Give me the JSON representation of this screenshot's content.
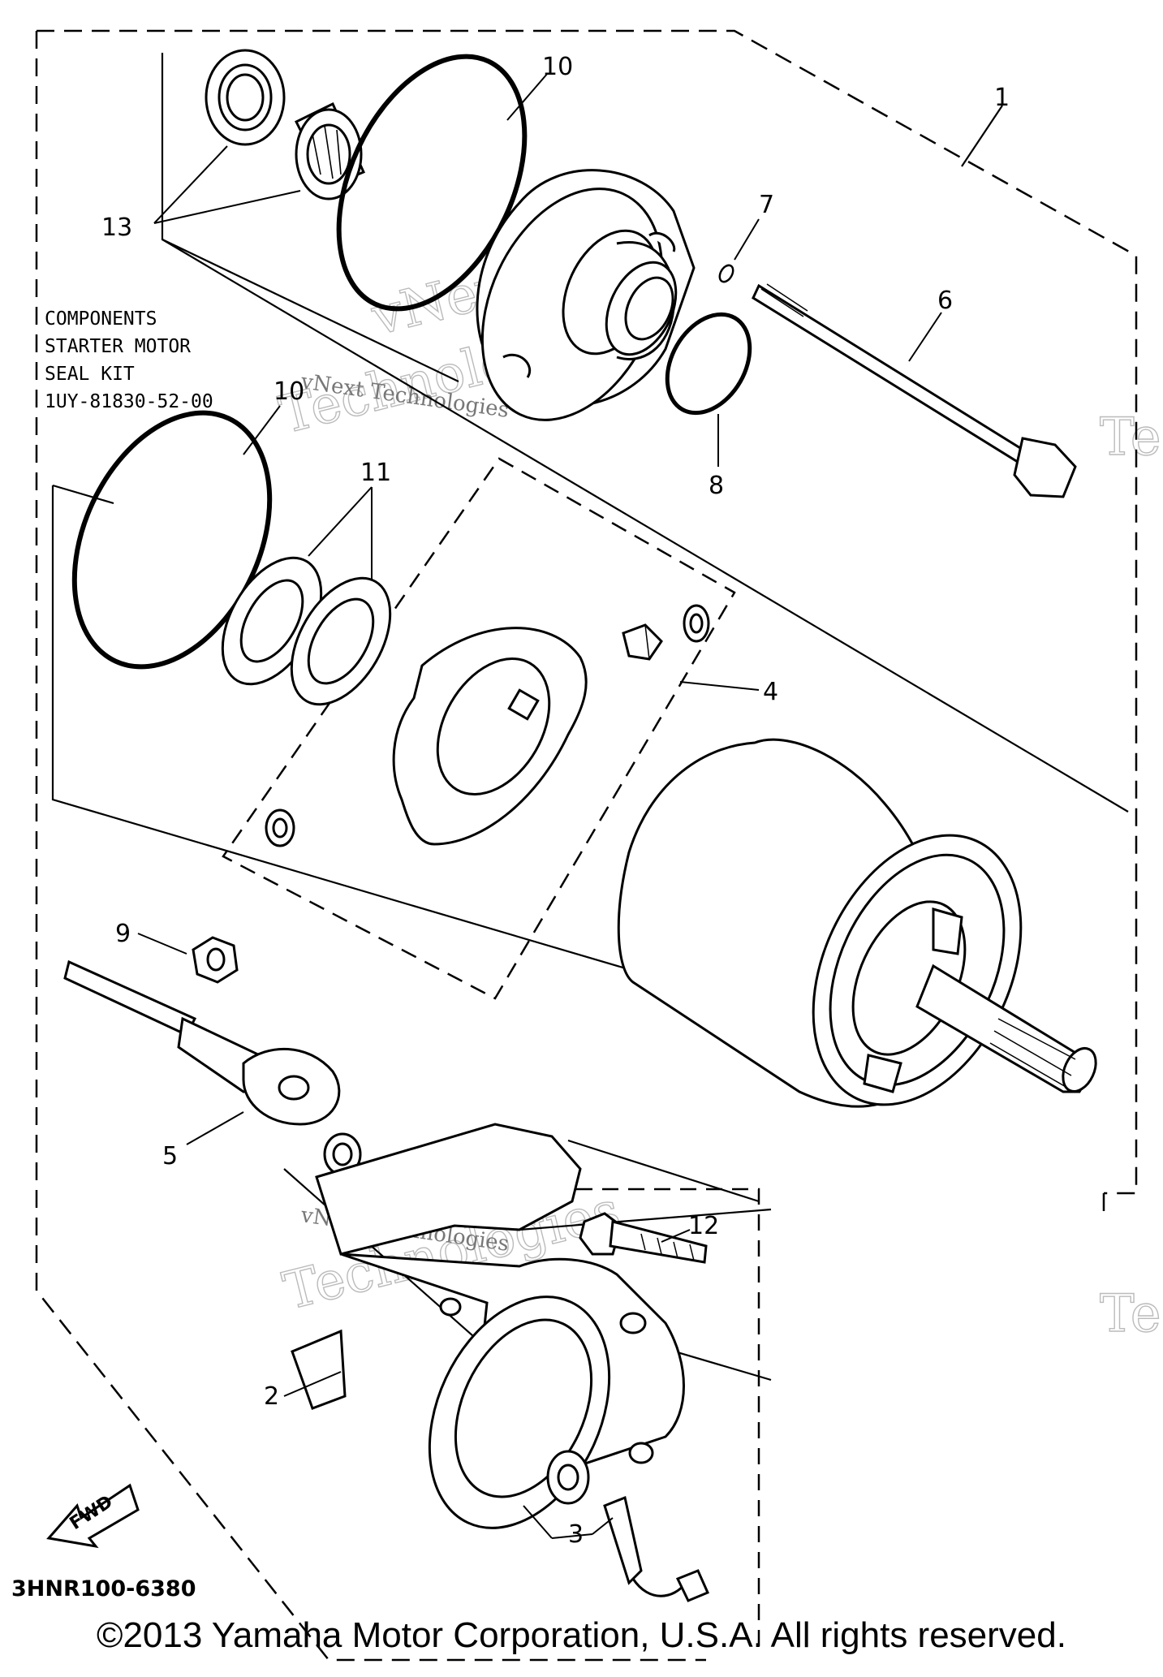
{
  "callouts": {
    "c1": "1",
    "c2": "2",
    "c3": "3",
    "c4": "4",
    "c5": "5",
    "c6": "6",
    "c7": "7",
    "c8": "8",
    "c9": "9",
    "c10a": "10",
    "c10b": "10",
    "c11": "11",
    "c12": "12",
    "c13": "13"
  },
  "kit_note": {
    "line1": "COMPONENTS",
    "line2": "STARTER MOTOR",
    "line3": "SEAL KIT",
    "line4": "1UY-81830-52-00"
  },
  "diagram_code": "3HNR100-6380",
  "fwd_label": "FWD",
  "watermark": {
    "line1": "vNext",
    "line2": "Technologies",
    "small": "vNext Technologies"
  },
  "copyright": "©2013 Yamaha Motor Corporation, U.S.A. All rights reserved."
}
